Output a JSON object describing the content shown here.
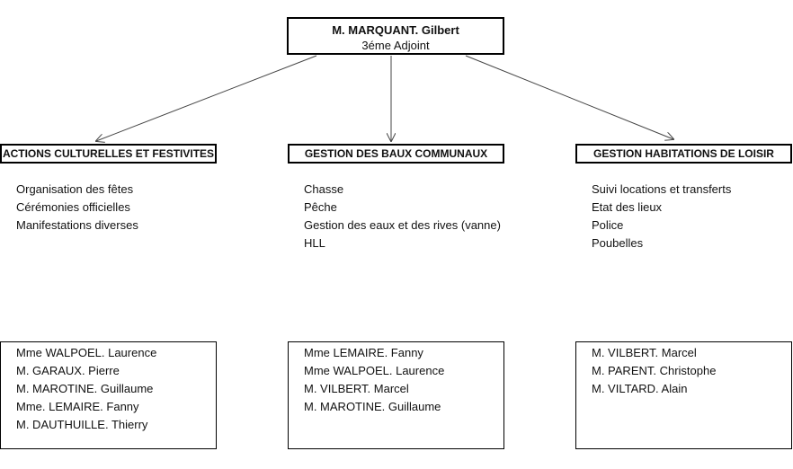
{
  "top": {
    "name": "M. MARQUANT. Gilbert",
    "role": "3éme Adjoint"
  },
  "departments": [
    {
      "title": "ACTIONS CULTURELLES ET FESTIVITES",
      "tasks": [
        "Organisation des fêtes",
        "Cérémonies officielles",
        "Manifestations diverses"
      ],
      "members": [
        "Mme WALPOEL. Laurence",
        "M. GARAUX. Pierre",
        "M. MAROTINE. Guillaume",
        "Mme. LEMAIRE. Fanny",
        "M. DAUTHUILLE. Thierry"
      ]
    },
    {
      "title": "GESTION DES BAUX COMMUNAUX",
      "tasks": [
        "Chasse",
        "Pêche",
        "Gestion des eaux et des rives (vanne)",
        "HLL"
      ],
      "members": [
        "Mme LEMAIRE. Fanny",
        "Mme WALPOEL. Laurence",
        "M. VILBERT. Marcel",
        "M. MAROTINE. Guillaume"
      ]
    },
    {
      "title": "GESTION HABITATIONS DE LOISIR",
      "tasks": [
        "Suivi locations et transferts",
        "Etat des lieux",
        "Police",
        "Poubelles"
      ],
      "members": [
        "M. VILBERT. Marcel",
        "M. PARENT. Christophe",
        "M. VILTARD. Alain"
      ]
    }
  ]
}
